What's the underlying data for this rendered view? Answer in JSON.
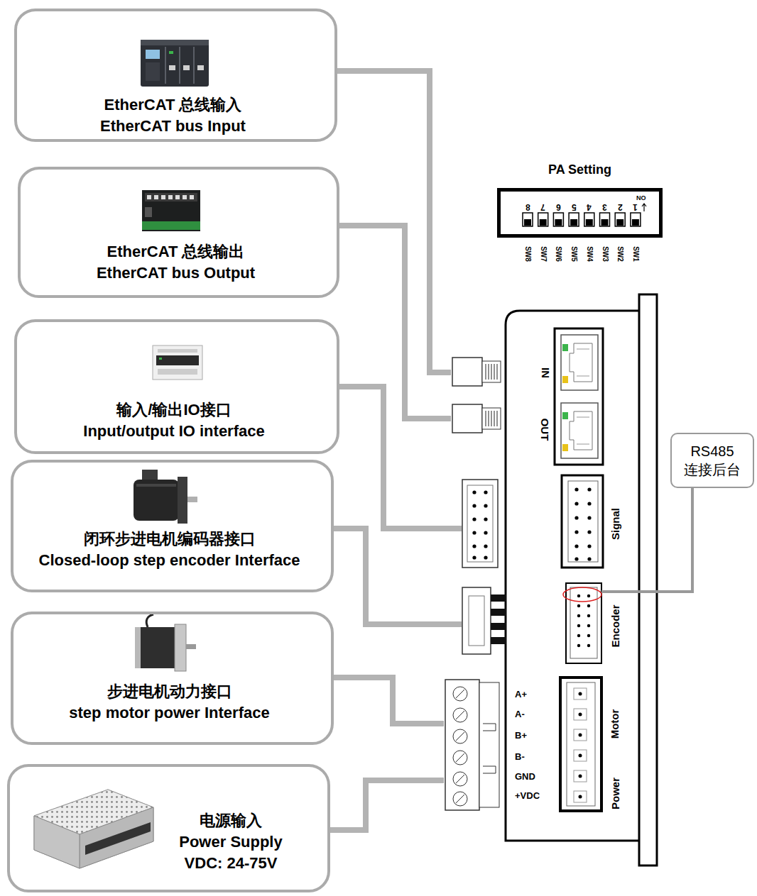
{
  "diagram": {
    "nodes": [
      {
        "text": [
          "EtherCAT 总线输入",
          "EtherCAT bus Input"
        ]
      },
      {
        "text": [
          "EtherCAT 总线输出",
          "EtherCAT bus Output"
        ]
      },
      {
        "text": [
          "输入/输出IO接口",
          "Input/output IO interface"
        ]
      },
      {
        "text": [
          "闭环步进电机编码器接口",
          "Closed-loop step encoder Interface"
        ]
      },
      {
        "text": [
          "步进电机动力接口",
          "step motor power Interface"
        ]
      },
      {
        "text": [
          "电源输入",
          "Power Supply",
          "VDC: 24-75V"
        ]
      },
      {
        "text": [
          "PA Setting"
        ]
      },
      {
        "text": [
          "IN"
        ]
      },
      {
        "text": [
          "OUT"
        ]
      },
      {
        "text": [
          "Signal"
        ]
      },
      {
        "text": [
          "Encoder"
        ]
      },
      {
        "text": [
          "Motor",
          "Power"
        ]
      },
      {
        "text": [
          "RS485",
          "连接后台"
        ]
      }
    ],
    "edges": [
      {
        "from": 0,
        "to": 7,
        "arrow": "none"
      },
      {
        "from": 1,
        "to": 8,
        "arrow": "none"
      },
      {
        "from": 2,
        "to": 9,
        "arrow": "none"
      },
      {
        "from": 3,
        "to": 10,
        "arrow": "none"
      },
      {
        "from": 4,
        "to": 11,
        "arrow": "none"
      },
      {
        "from": 5,
        "to": 11,
        "arrow": "none"
      },
      {
        "from": 10,
        "to": 12,
        "arrow": "none"
      }
    ],
    "labels": [
      "A+",
      "A-",
      "B+",
      "B-",
      "GND",
      "+VDC",
      "8",
      "7",
      "6",
      "5",
      "4",
      "3",
      "2",
      "1",
      "ON",
      "SW8",
      "SW7",
      "SW6",
      "SW5",
      "SW4",
      "SW3",
      "SW2",
      "SW1"
    ]
  }
}
